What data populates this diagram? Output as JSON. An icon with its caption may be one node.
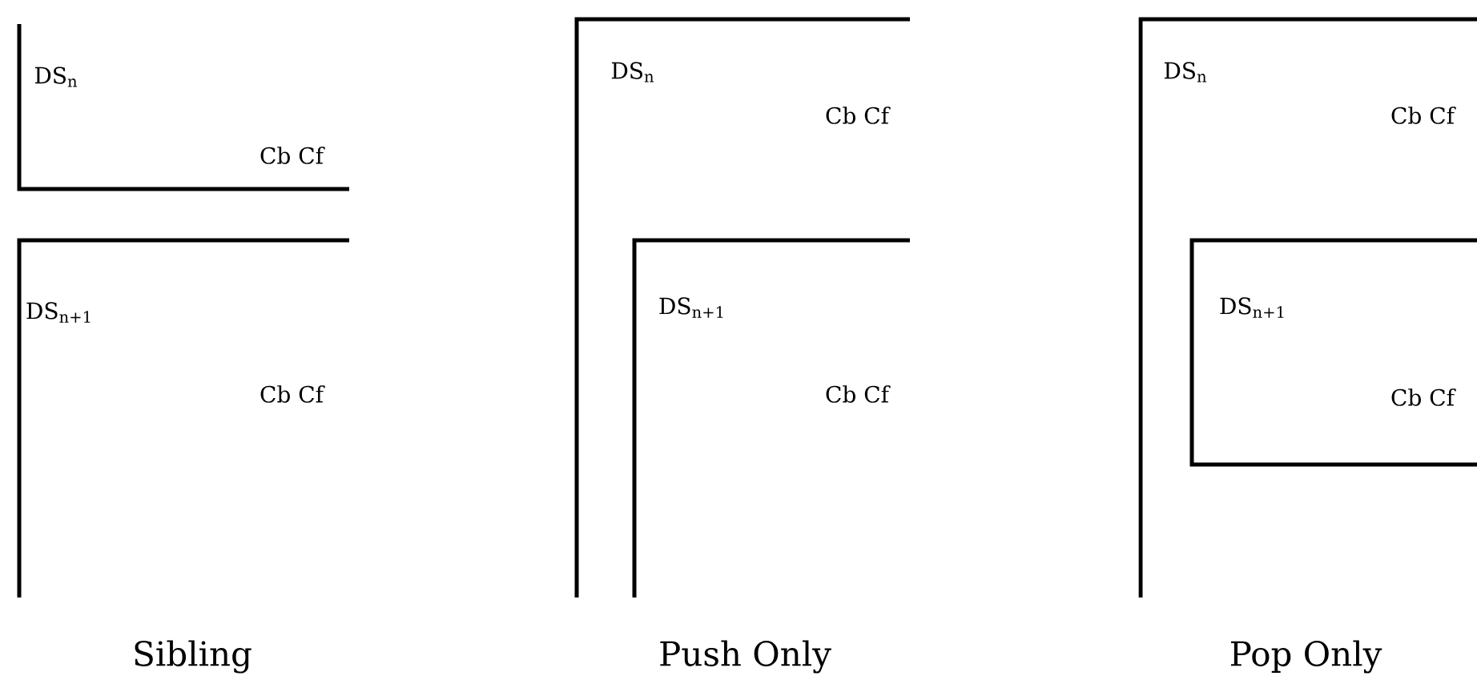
{
  "diagram": {
    "nodes": [
      {
        "text": [
          "DS$_{n}$",
          "Cb Cf"
        ]
      },
      {
        "text": [
          "DS$_{n+1}$",
          "Cb Cf"
        ]
      },
      {
        "text": [
          "DS$_{n}$",
          "Cb Cf"
        ]
      },
      {
        "text": [
          "DS$_{n+1}$",
          "Cb Cf"
        ],
        "in": 2
      },
      {
        "text": [
          "DS$_{n}$",
          "Cb Cf"
        ]
      },
      {
        "text": [
          "DS$_{n+1}$",
          "Cb Cf"
        ],
        "in": 4
      }
    ],
    "labels": [
      "Sibling",
      "Push Only",
      "Pop Only"
    ]
  }
}
